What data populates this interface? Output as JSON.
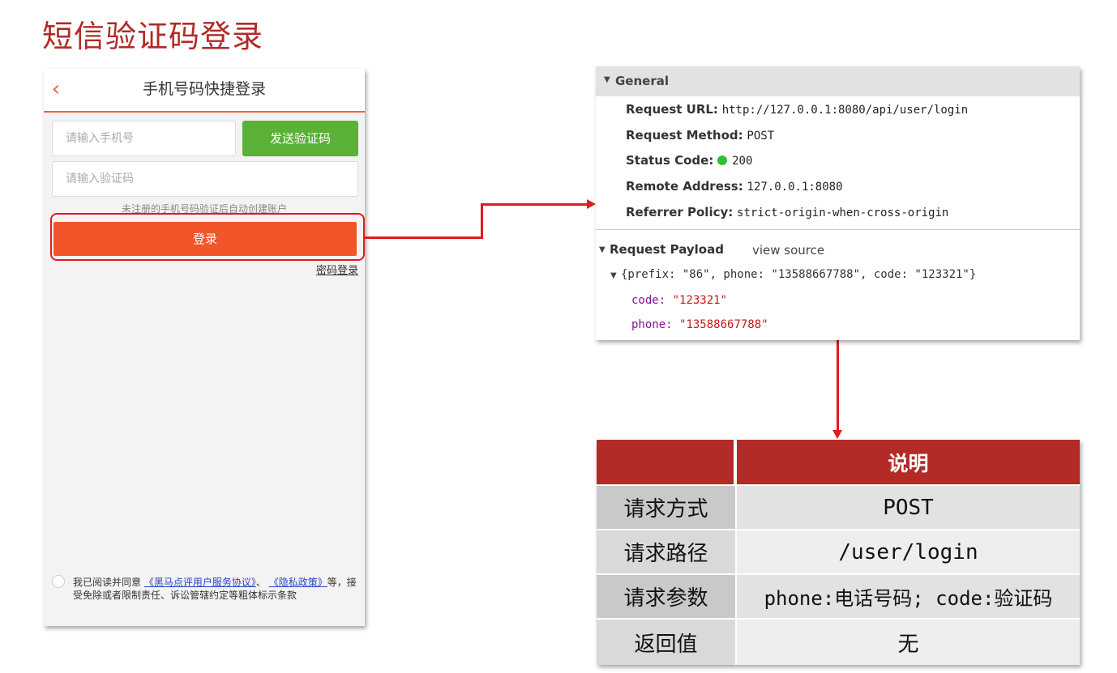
{
  "slide": {
    "title": "短信验证码登录"
  },
  "phone": {
    "title": "手机号码快捷登录",
    "phone_placeholder": "请输入手机号",
    "send_code_label": "发送验证码",
    "code_placeholder": "请输入验证码",
    "hint": "未注册的手机号码验证后自动创建账户",
    "login_label": "登录",
    "password_login_link": "密码登录",
    "agreement": {
      "prefix": "我已阅读并同意",
      "link1": "《黑马点评用户服务协议》",
      "sep": "、",
      "link2": "《隐私政策》",
      "suffix": "等，接受免除或者限制责任、诉讼管辖约定等粗体标示条款"
    }
  },
  "devtools": {
    "general_label": "General",
    "rows": [
      {
        "key": "Request URL:",
        "value": "http://127.0.0.1:8080/api/user/login"
      },
      {
        "key": "Request Method:",
        "value": "POST"
      },
      {
        "key": "Status Code:",
        "value": "200"
      },
      {
        "key": "Remote Address:",
        "value": "127.0.0.1:8080"
      },
      {
        "key": "Referrer Policy:",
        "value": "strict-origin-when-cross-origin"
      }
    ],
    "status_color": "#2fbf2f",
    "payload_label": "Request Payload",
    "view_source": "view source",
    "object_summary": "{prefix: \"86\", phone: \"13588667788\", code: \"123321\"}",
    "payload": [
      {
        "key": "code",
        "value": "\"123321\""
      },
      {
        "key": "phone",
        "value": "\"13588667788\""
      }
    ]
  },
  "info_table": {
    "header": [
      "",
      "说明"
    ],
    "rows": [
      {
        "label": "请求方式",
        "value": "POST"
      },
      {
        "label": "请求路径",
        "value": "/user/login"
      },
      {
        "label": "请求参数",
        "value": "phone:电话号码; code:验证码"
      },
      {
        "label": "返回值",
        "value": "无"
      }
    ]
  },
  "colors": {
    "accent": "#b22b27",
    "login_button": "#f3552a",
    "send_button": "#5ab136",
    "connector": "#e01c1c"
  }
}
